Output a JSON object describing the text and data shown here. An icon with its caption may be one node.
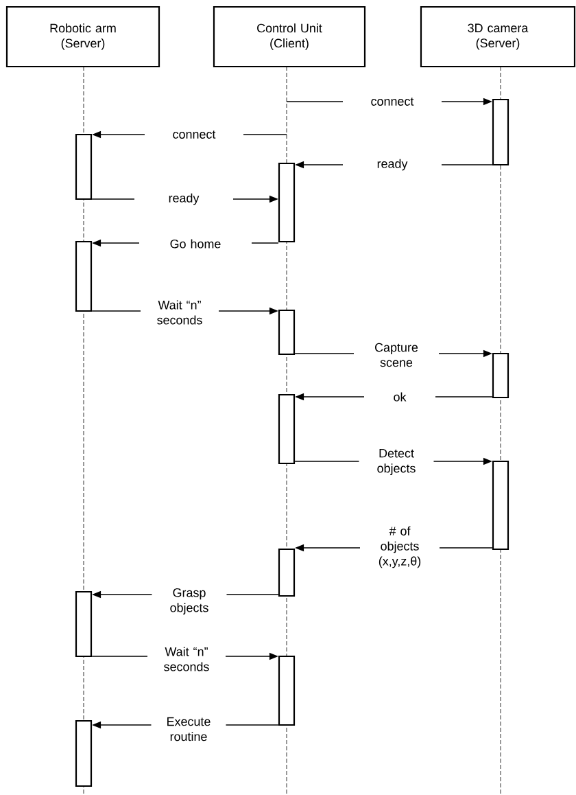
{
  "diagram": {
    "nodes": [
      {
        "text": [
          "Robotic arm (Server)"
        ]
      },
      {
        "text": [
          "Control Unit (Client)"
        ]
      },
      {
        "text": [
          "3D camera (Server)"
        ]
      },
      {
        "text": [],
        "shape": "bar"
      },
      {
        "text": [],
        "shape": "bar"
      },
      {
        "text": [],
        "shape": "bar"
      },
      {
        "text": [],
        "shape": "bar"
      },
      {
        "text": [],
        "shape": "bar"
      },
      {
        "text": [],
        "shape": "bar"
      },
      {
        "text": [],
        "shape": "bar"
      },
      {
        "text": [],
        "shape": "bar"
      },
      {
        "text": [],
        "shape": "bar"
      },
      {
        "text": [],
        "shape": "bar"
      },
      {
        "text": [],
        "shape": "bar"
      },
      {
        "text": [],
        "shape": "bar"
      }
    ],
    "edges": [
      {
        "from": null,
        "to": 3,
        "arrow": "to",
        "label": "connect"
      },
      {
        "from": null,
        "to": 4,
        "arrow": "to",
        "label": "connect"
      },
      {
        "from": 3,
        "to": 5,
        "arrow": "to",
        "label": "ready"
      },
      {
        "from": 4,
        "to": 5,
        "arrow": "to",
        "label": "ready"
      },
      {
        "from": 5,
        "to": 6,
        "arrow": "to",
        "label": "Go home"
      },
      {
        "from": 6,
        "to": 7,
        "arrow": "to",
        "label": "Wait “n” seconds"
      },
      {
        "from": 7,
        "to": 8,
        "arrow": "to",
        "label": "Capture scene"
      },
      {
        "from": 8,
        "to": 9,
        "arrow": "to",
        "label": "ok"
      },
      {
        "from": 9,
        "to": 10,
        "arrow": "to",
        "label": "Detect objects"
      },
      {
        "from": 10,
        "to": 11,
        "arrow": "to",
        "label": "# of objects (x,y,z,θ)"
      },
      {
        "from": 11,
        "to": 12,
        "arrow": "to",
        "label": "Grasp objects"
      },
      {
        "from": 12,
        "to": 13,
        "arrow": "to",
        "label": "Wait “n” seconds"
      },
      {
        "from": 13,
        "to": 14,
        "arrow": "to",
        "label": "Execute routine"
      }
    ]
  }
}
